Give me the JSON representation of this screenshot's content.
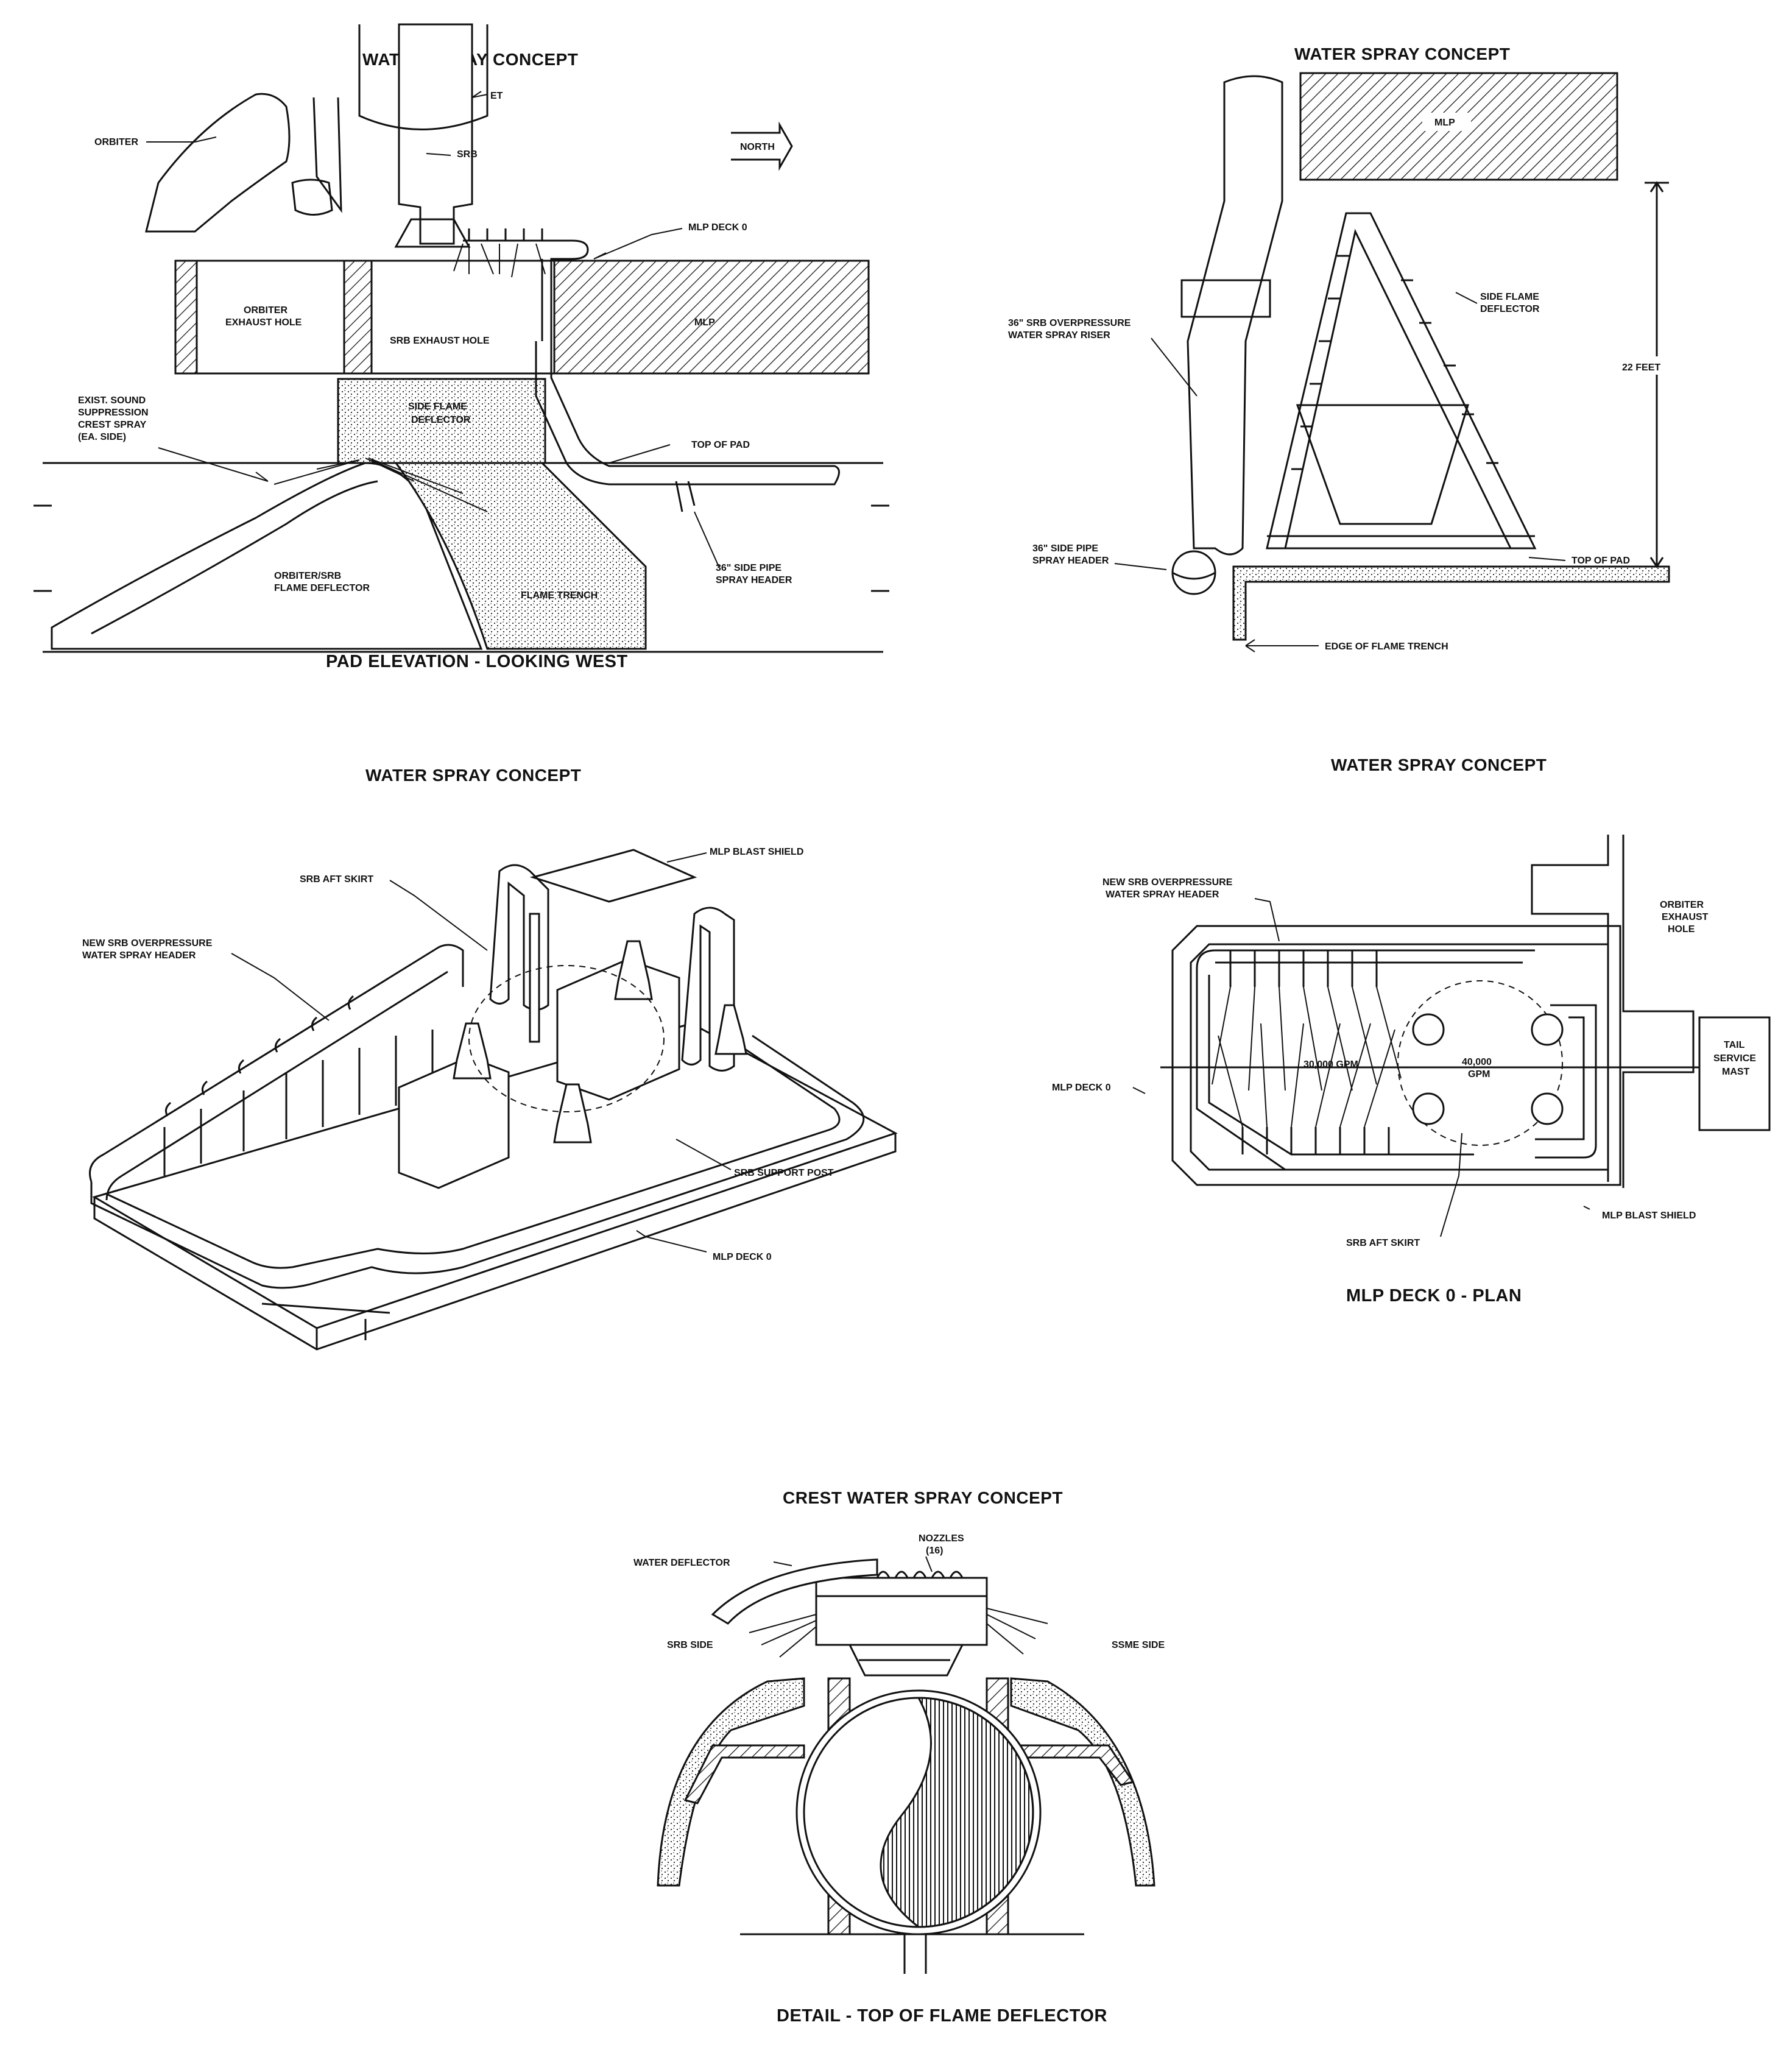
{
  "panel1": {
    "title": "WATER SPRAY CONCEPT",
    "caption": "PAD ELEVATION - LOOKING WEST",
    "labels": {
      "et": "ET",
      "orbiter": "ORBITER",
      "srb": "SRB",
      "north": "NORTH",
      "mlp_deck_0": "MLP DECK 0",
      "orbiter_exhaust_hole_1": "ORBITER",
      "orbiter_exhaust_hole_2": "EXHAUST HOLE",
      "srb_exhaust_hole": "SRB EXHAUST HOLE",
      "mlp": "MLP",
      "exist_sound_1": "EXIST. SOUND",
      "exist_sound_2": "SUPPRESSION",
      "exist_sound_3": "CREST SPRAY",
      "exist_sound_4": "(EA. SIDE)",
      "side_flame_1": "SIDE FLAME",
      "side_flame_2": "DEFLECTOR",
      "top_of_pad": "TOP OF PAD",
      "orbiter_srb_1": "ORBITER/SRB",
      "orbiter_srb_2": "FLAME DEFLECTOR",
      "flame_trench": "FLAME TRENCH",
      "side_pipe_1": "36\" SIDE PIPE",
      "side_pipe_2": "SPRAY HEADER"
    }
  },
  "panel2": {
    "title": "WATER SPRAY CONCEPT",
    "labels": {
      "mlp": "MLP",
      "side_flame_1": "SIDE FLAME",
      "side_flame_2": "DEFLECTOR",
      "riser_1": "36\" SRB OVERPRESSURE",
      "riser_2": "WATER SPRAY RISER",
      "height": "22 FEET",
      "side_pipe_1": "36\" SIDE PIPE",
      "side_pipe_2": "SPRAY HEADER",
      "top_of_pad": "TOP OF PAD",
      "edge_trench": "EDGE OF FLAME TRENCH"
    }
  },
  "panel3": {
    "title": "WATER SPRAY CONCEPT",
    "labels": {
      "blast_shield": "MLP BLAST SHIELD",
      "aft_skirt": "SRB AFT SKIRT",
      "header_1": "NEW SRB OVERPRESSURE",
      "header_2": "WATER SPRAY HEADER",
      "support_post": "SRB SUPPORT POST",
      "mlp_deck_0": "MLP DECK 0"
    }
  },
  "panel4": {
    "title": "WATER SPRAY CONCEPT",
    "caption": "MLP DECK 0 - PLAN",
    "labels": {
      "header_1": "NEW SRB OVERPRESSURE",
      "header_2": "WATER SPRAY HEADER",
      "orbiter_1": "ORBITER",
      "orbiter_2": "EXHAUST",
      "orbiter_3": "HOLE",
      "tail_1": "TAIL",
      "tail_2": "SERVICE",
      "tail_3": "MAST",
      "mlp_deck_0": "MLP DECK 0",
      "gpm_30000": "30,000 GPM",
      "gpm_40000_1": "40,000",
      "gpm_40000_2": "GPM",
      "blast_shield": "MLP BLAST SHIELD",
      "aft_skirt": "SRB AFT SKIRT"
    }
  },
  "panel5": {
    "title": "CREST WATER SPRAY CONCEPT",
    "caption": "DETAIL - TOP OF FLAME DEFLECTOR",
    "labels": {
      "nozzles_1": "NOZZLES",
      "nozzles_2": "(16)",
      "water_deflector": "WATER DEFLECTOR",
      "srb_side": "SRB SIDE",
      "ssme_side": "SSME SIDE"
    }
  }
}
